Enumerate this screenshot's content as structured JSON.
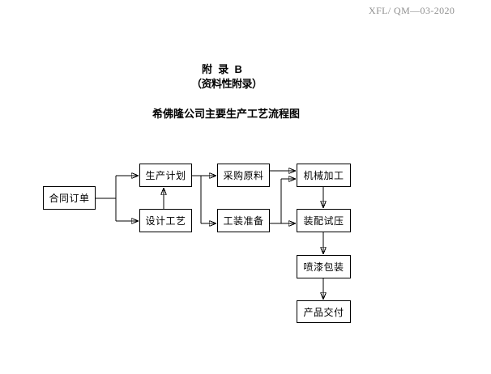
{
  "header": {
    "doc_number": "XFL/ QM—03-2020"
  },
  "titles": {
    "appendix": "附  录  B",
    "appendix_note": "（资料性附录）",
    "flowchart_title": "希佛隆公司主要生产工艺流程图"
  },
  "flowchart": {
    "nodes": [
      {
        "id": "contract-order",
        "label": "合同订单"
      },
      {
        "id": "production-plan",
        "label": "生产计划"
      },
      {
        "id": "design-process",
        "label": "设计工艺"
      },
      {
        "id": "material-purchase",
        "label": "采购原料"
      },
      {
        "id": "tooling-prep",
        "label": "工装准备"
      },
      {
        "id": "machining",
        "label": "机械加工"
      },
      {
        "id": "assembly-pressure-test",
        "label": "装配试压"
      },
      {
        "id": "painting-packaging",
        "label": "喷漆包装"
      },
      {
        "id": "product-delivery",
        "label": "产品交付"
      }
    ],
    "edges": [
      {
        "from": "contract-order",
        "to": "production-plan"
      },
      {
        "from": "contract-order",
        "to": "design-process"
      },
      {
        "from": "design-process",
        "to": "production-plan"
      },
      {
        "from": "production-plan",
        "to": "material-purchase"
      },
      {
        "from": "production-plan",
        "to": "tooling-prep"
      },
      {
        "from": "material-purchase",
        "to": "machining"
      },
      {
        "from": "tooling-prep",
        "to": "machining"
      },
      {
        "from": "tooling-prep",
        "to": "assembly-pressure-test"
      },
      {
        "from": "machining",
        "to": "assembly-pressure-test"
      },
      {
        "from": "assembly-pressure-test",
        "to": "painting-packaging"
      },
      {
        "from": "painting-packaging",
        "to": "product-delivery"
      }
    ]
  },
  "colors": {
    "background": "#ffffff",
    "text": "#000000",
    "doc_number_text": "#8f8f8f",
    "box_border": "#000000",
    "box_fill": "#ffffff",
    "connector_line": "#000000"
  }
}
